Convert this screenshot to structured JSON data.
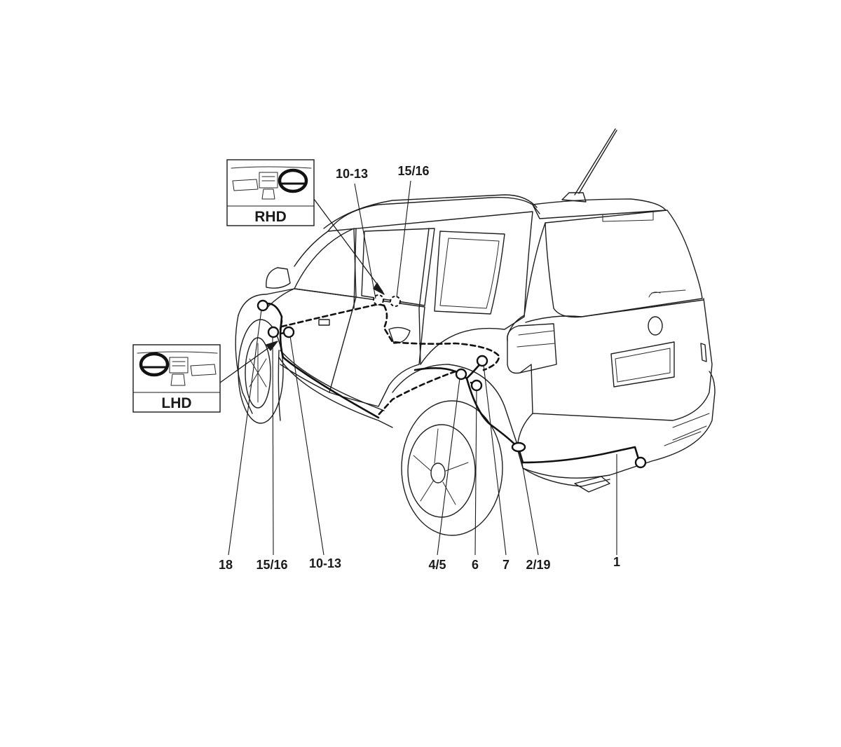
{
  "callouts": {
    "top_10_13": "10-13",
    "top_15_16": "15/16",
    "b_18": "18",
    "b_15_16": "15/16",
    "b_10_13": "10-13",
    "b_4_5": "4/5",
    "b_6": "6",
    "b_7": "7",
    "b_2_19": "2/19",
    "b_1": "1"
  },
  "insets": {
    "rhd": "RHD",
    "lhd": "LHD"
  }
}
